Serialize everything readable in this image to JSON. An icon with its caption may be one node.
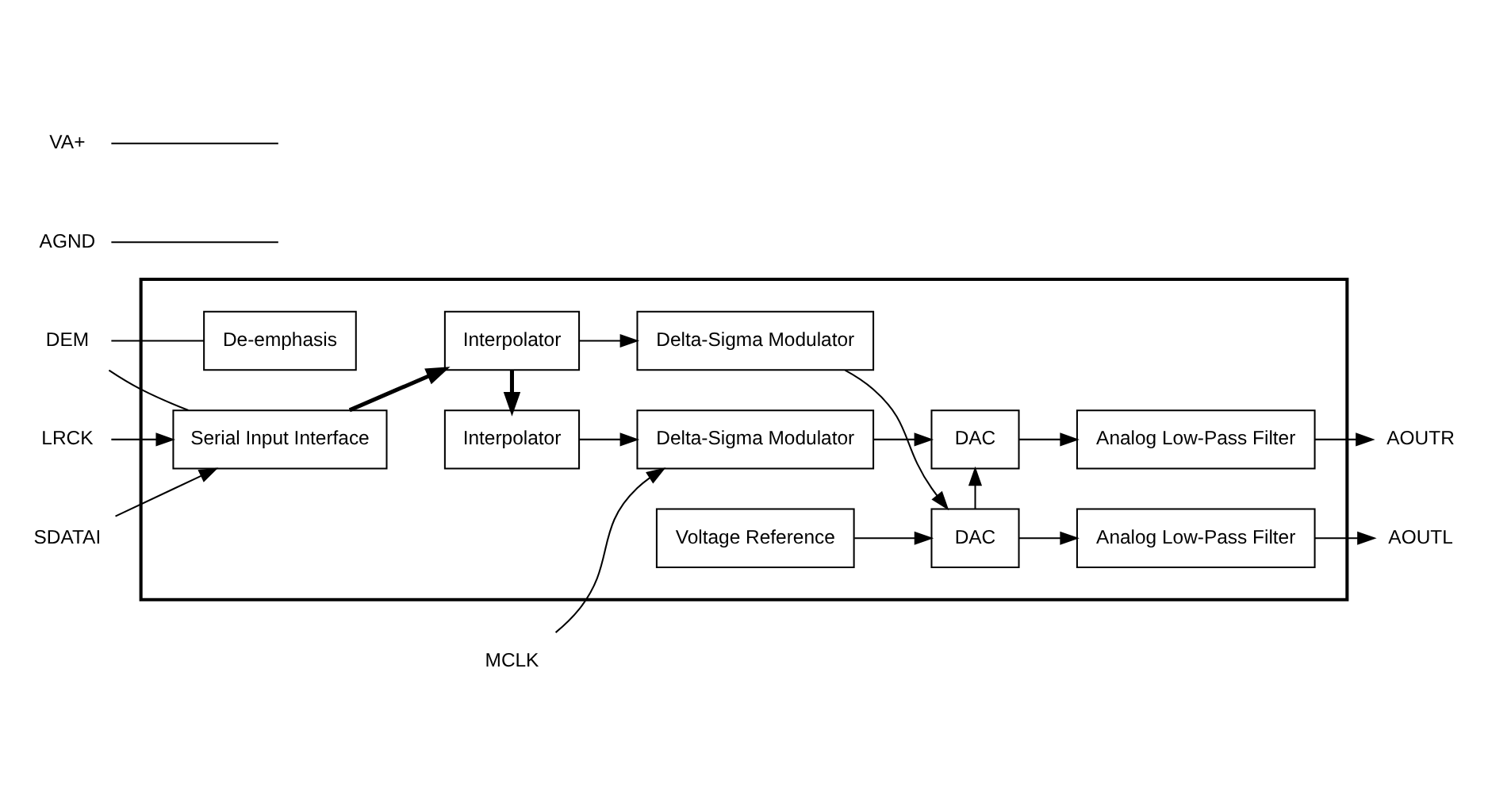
{
  "diagram": {
    "nodes": [
      {
        "text": [
          "DEM"
        ]
      },
      {
        "text": [
          "AGND"
        ]
      },
      {
        "text": [
          "VA+"
        ]
      },
      {
        "text": [],
        "shape": "box"
      },
      {
        "text": [
          "LRCK"
        ]
      },
      {
        "text": [
          "Serial Input Interface"
        ],
        "in": 3
      },
      {
        "text": [
          "De-emphasis"
        ],
        "in": 3
      },
      {
        "text": [
          "Voltage Reference"
        ],
        "in": 3
      },
      {
        "text": [
          "SDATAI"
        ]
      },
      {
        "text": [
          "Interpolator"
        ],
        "in": 3
      },
      {
        "text": [
          "Delta-Sigma Modulator"
        ],
        "in": 3
      },
      {
        "text": [
          "DAC"
        ],
        "in": 3
      },
      {
        "text": [
          "Analog Low-Pass Filter"
        ],
        "in": 3
      },
      {
        "text": [
          "AOUTL"
        ]
      },
      {
        "text": [
          "Interpolator"
        ],
        "in": 3
      },
      {
        "text": [
          "Delta-Sigma Modulator"
        ],
        "in": 3
      },
      {
        "text": [
          "DAC"
        ],
        "in": 3
      },
      {
        "text": [
          "Analog Low-Pass Filter"
        ],
        "in": 3
      },
      {
        "text": [
          "AOUTR"
        ]
      },
      {
        "text": [
          "MCLK"
        ]
      }
    ],
    "edges": [
      {
        "from": 4,
        "to": 5,
        "arrow": "to"
      },
      {
        "from": 8,
        "to": 5,
        "arrow": "to"
      },
      {
        "from": 0,
        "to": 5,
        "arrow": "none"
      },
      {
        "from": 0,
        "to": 6,
        "arrow": "none"
      },
      {
        "from": 1,
        "to": null,
        "arrow": "none"
      },
      {
        "from": 2,
        "to": null,
        "arrow": "none"
      },
      {
        "from": 5,
        "to": 9,
        "arrow": "to",
        "style": "thick"
      },
      {
        "from": 9,
        "to": 14,
        "arrow": "to",
        "style": "thick"
      },
      {
        "from": 9,
        "to": 10,
        "arrow": "to"
      },
      {
        "from": 10,
        "to": 11,
        "arrow": "to"
      },
      {
        "from": 7,
        "to": 11,
        "arrow": "to"
      },
      {
        "from": 11,
        "to": 12,
        "arrow": "to"
      },
      {
        "from": 12,
        "to": 13,
        "arrow": "to"
      },
      {
        "from": 11,
        "to": 16,
        "arrow": "to"
      },
      {
        "from": 14,
        "to": 15,
        "arrow": "to"
      },
      {
        "from": 15,
        "to": 16,
        "arrow": "to"
      },
      {
        "from": 16,
        "to": 17,
        "arrow": "to"
      },
      {
        "from": 17,
        "to": 18,
        "arrow": "to"
      },
      {
        "from": 19,
        "to": 15,
        "arrow": "to"
      }
    ]
  }
}
